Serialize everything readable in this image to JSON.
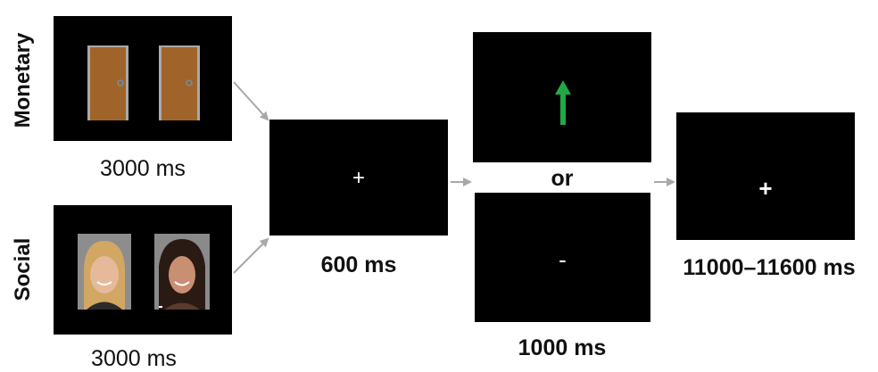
{
  "rows": {
    "monetary_label": "Monetary",
    "social_label": "Social"
  },
  "timings": {
    "cue_top": "3000 ms",
    "cue_bottom": "3000 ms",
    "fixation": "600 ms",
    "feedback": "1000 ms",
    "iti": "11000–11600 ms"
  },
  "feedback_or": "or",
  "symbols": {
    "fixation_cross": "+",
    "iti_cross": "+",
    "negative_feedback": "-"
  },
  "colors": {
    "screen": "#000000",
    "door": "#a0642a",
    "door_frame": "#a9a9a9",
    "door_knob": "#6e8fa6",
    "positive_arrow": "#22a845",
    "flow_arrow": "#a8a8a8"
  },
  "icons": {
    "positive_feedback": "green-up-arrow-icon",
    "flow": "gray-arrow-icon"
  }
}
